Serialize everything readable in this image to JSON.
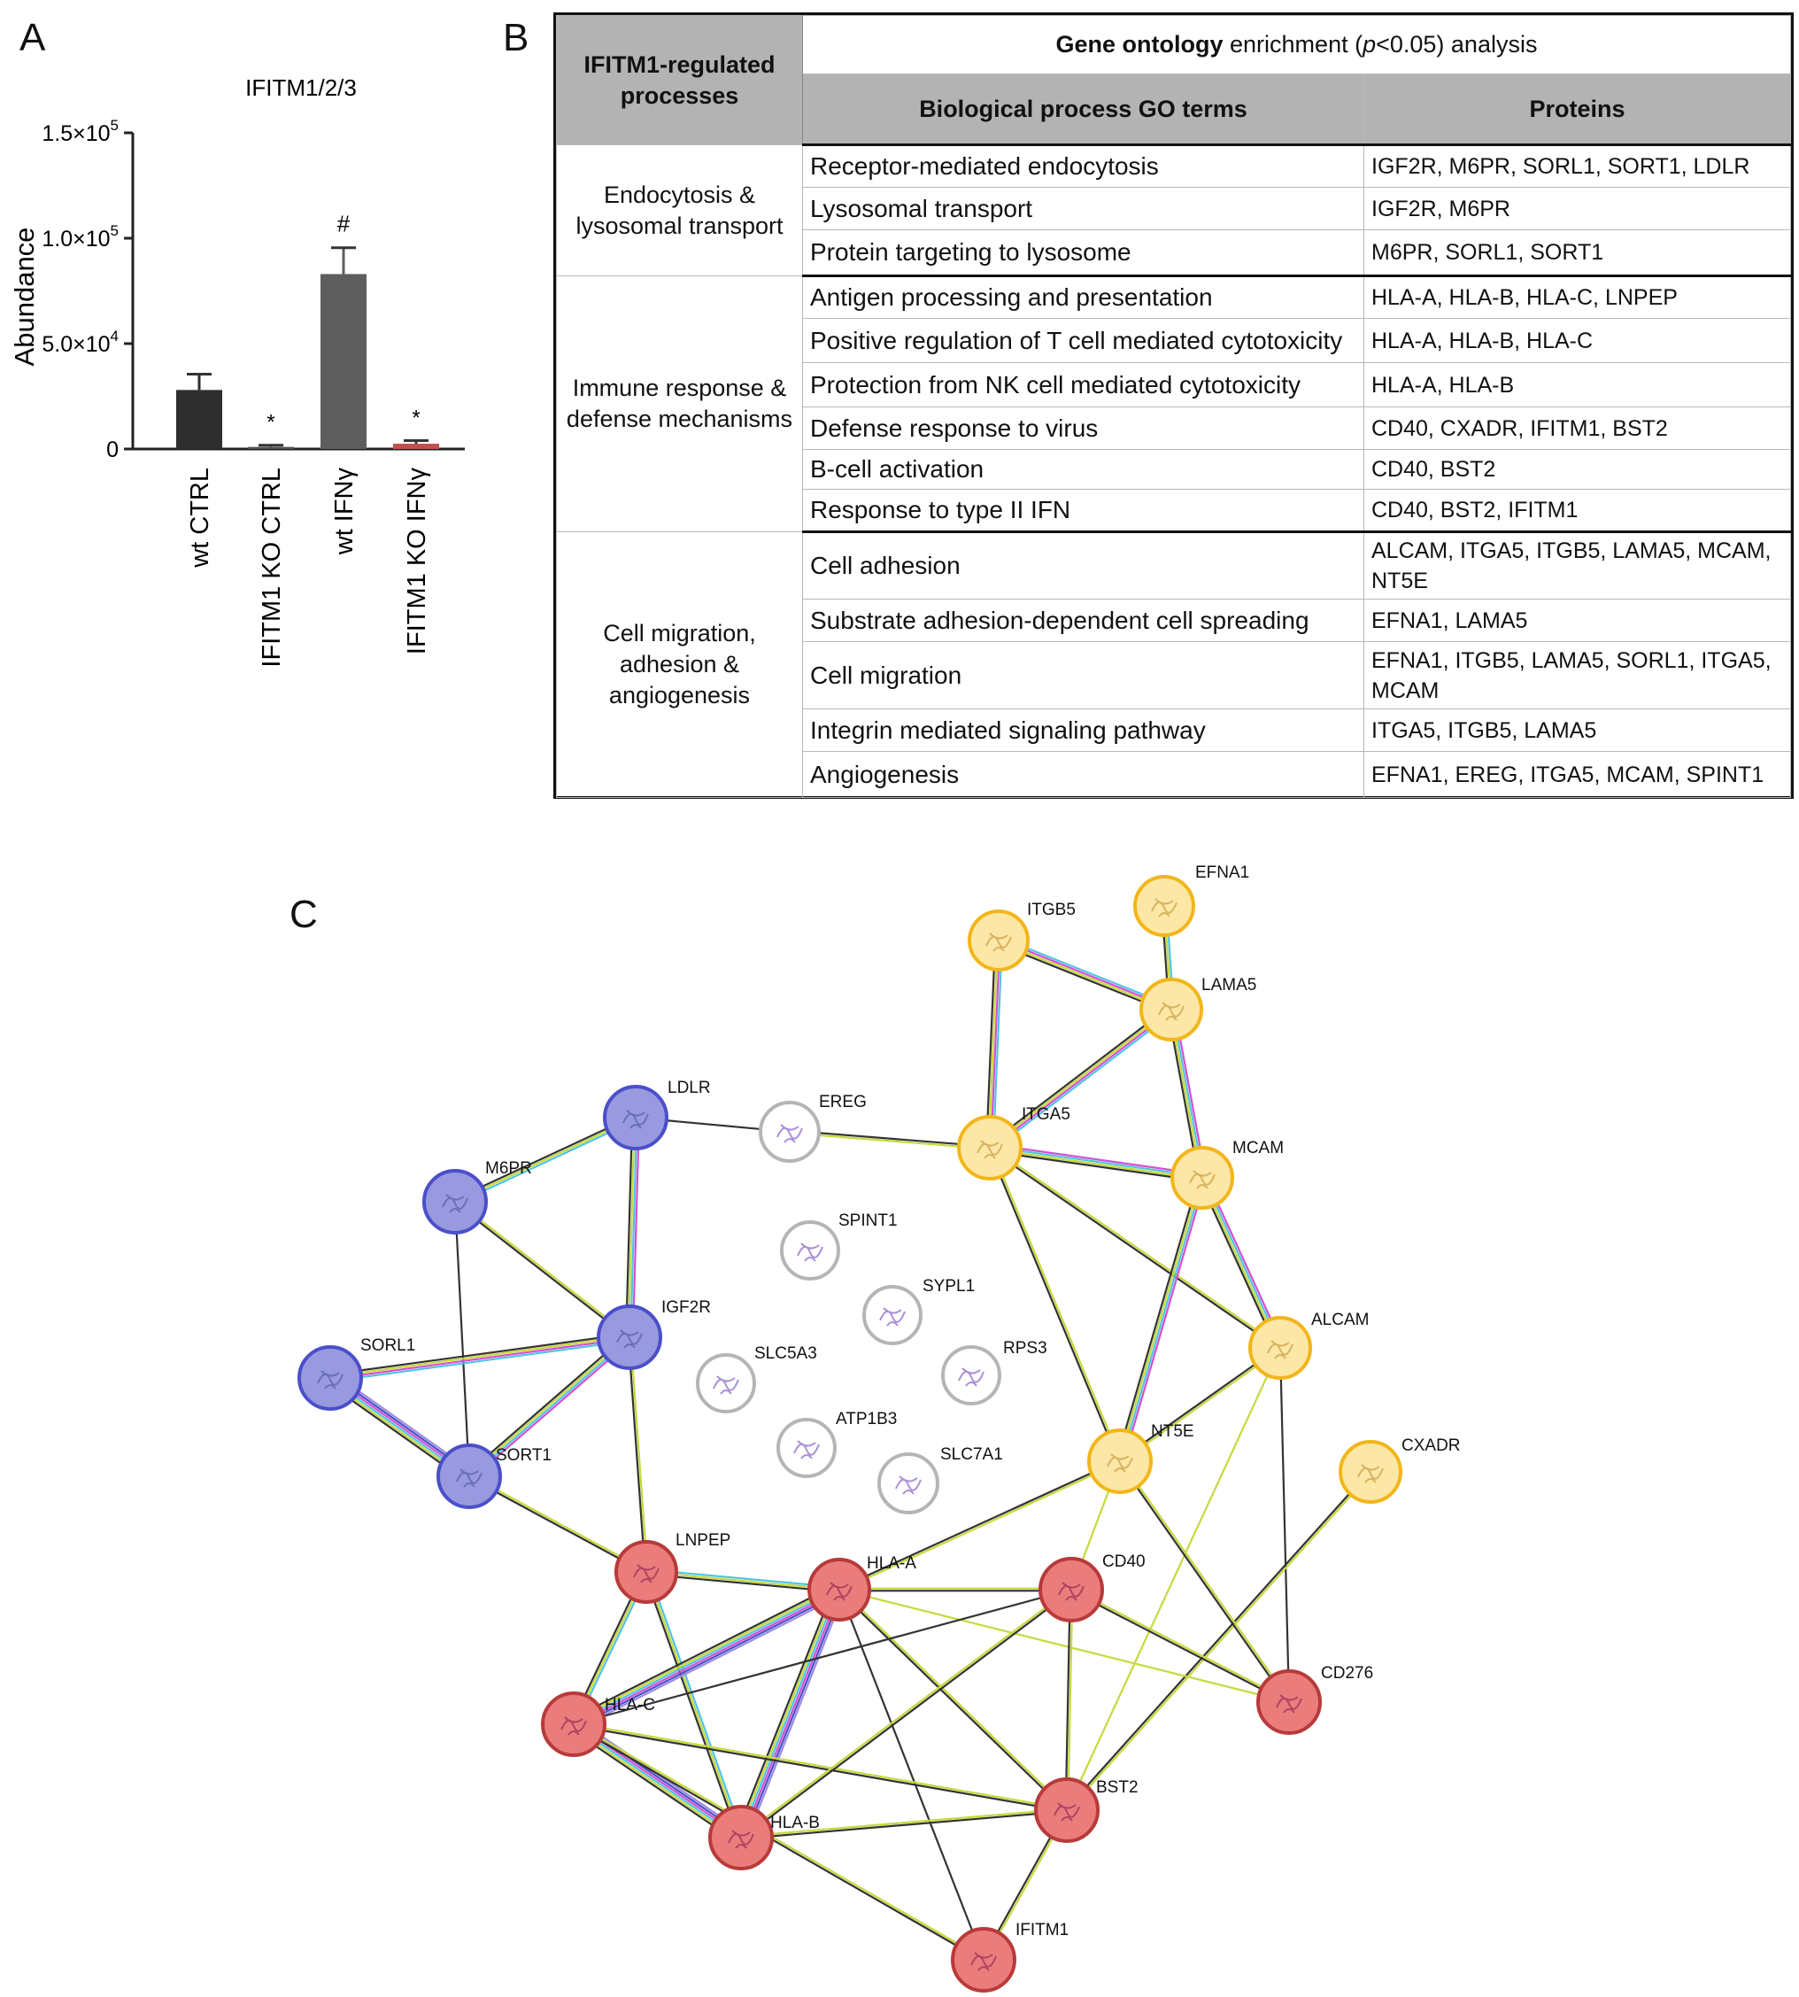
{
  "panels": {
    "a": "A",
    "b": "B",
    "c": "C"
  },
  "chart_data": {
    "type": "bar",
    "title": "IFITM1/2/3",
    "ylabel": "Abundance",
    "xlabel": "",
    "ylim": [
      0,
      150000
    ],
    "yticks": [
      {
        "value": 0,
        "label": "0"
      },
      {
        "value": 50000,
        "label": "5.0×10",
        "exp": "4"
      },
      {
        "value": 100000,
        "label": "1.0×10",
        "exp": "5"
      },
      {
        "value": 150000,
        "label": "1.5×10",
        "exp": "5"
      }
    ],
    "categories": [
      "wt CTRL",
      "IFITM1 KO CTRL",
      "wt IFNγ",
      "IFITM1 KO IFNγ"
    ],
    "values": [
      28000,
      1000,
      83000,
      2500
    ],
    "errors": [
      7500,
      800,
      12500,
      1500
    ],
    "annotations": [
      "",
      "*",
      "#",
      "*"
    ],
    "colors": [
      "#2e2e2e",
      "#555555",
      "#5e5e5e",
      "#c0504d"
    ]
  },
  "table": {
    "col1_header": "IFITM1-regulated processes",
    "top_header_bold": "Gene ontology",
    "top_header_rest_a": " enrichment (",
    "top_header_p": "p",
    "top_header_rest_b": "<0.05) analysis",
    "col2_header": "Biological process GO terms",
    "col3_header": "Proteins",
    "groups": [
      {
        "process": "Endocytosis & lysosomal transport",
        "rows": [
          {
            "term": "Receptor-mediated endocytosis",
            "proteins": "IGF2R, M6PR, SORL1, SORT1, LDLR"
          },
          {
            "term": "Lysosomal transport",
            "proteins": "IGF2R, M6PR"
          },
          {
            "term": "Protein targeting to lysosome",
            "proteins": "M6PR, SORL1, SORT1"
          }
        ]
      },
      {
        "process": "Immune response & defense mechanisms",
        "rows": [
          {
            "term": "Antigen processing and presentation",
            "proteins": "HLA-A, HLA-B, HLA-C, LNPEP"
          },
          {
            "term": "Positive regulation of T cell mediated cytotoxicity",
            "proteins": "HLA-A, HLA-B, HLA-C"
          },
          {
            "term": "Protection from NK cell mediated cytotoxicity",
            "proteins": "HLA-A, HLA-B"
          },
          {
            "term": "Defense response to virus",
            "proteins": "CD40, CXADR, IFITM1, BST2"
          },
          {
            "term": "B-cell activation",
            "proteins": "CD40, BST2"
          },
          {
            "term": "Response to type II IFN",
            "proteins": "CD40, BST2, IFITM1"
          }
        ]
      },
      {
        "process": "Cell migration, adhesion & angiogenesis",
        "rows": [
          {
            "term": "Cell adhesion",
            "proteins": "ALCAM, ITGA5, ITGB5, LAMA5, MCAM, NT5E"
          },
          {
            "term": "Substrate adhesion-dependent cell spreading",
            "proteins": "EFNA1, LAMA5"
          },
          {
            "term": "Cell migration",
            "proteins": "EFNA1, ITGB5, LAMA5, SORL1, ITGA5, MCAM"
          },
          {
            "term": "Integrin mediated signaling pathway",
            "proteins": "ITGA5, ITGB5, LAMA5"
          },
          {
            "term": "Angiogenesis",
            "proteins": "EFNA1, EREG, ITGA5, MCAM, SPINT1"
          }
        ]
      }
    ]
  },
  "network": {
    "colors": {
      "blue": "#9999e0",
      "blue_stroke": "#4a4fc9",
      "yellow": "#fde7a6",
      "yellow_stroke": "#f2b619",
      "red": "#ea7c7c",
      "red_stroke": "#b83a3a",
      "white": "#ffffff",
      "white_stroke": "#b5b5b5"
    },
    "nodes": [
      {
        "id": "EFNA1",
        "group": "yellow"
      },
      {
        "id": "ITGB5",
        "group": "yellow"
      },
      {
        "id": "LAMA5",
        "group": "yellow"
      },
      {
        "id": "ITGA5",
        "group": "yellow"
      },
      {
        "id": "MCAM",
        "group": "yellow"
      },
      {
        "id": "ALCAM",
        "group": "yellow"
      },
      {
        "id": "NT5E",
        "group": "yellow"
      },
      {
        "id": "CXADR",
        "group": "yellow"
      },
      {
        "id": "EREG",
        "group": "white"
      },
      {
        "id": "SPINT1",
        "group": "white"
      },
      {
        "id": "SYPL1",
        "group": "white"
      },
      {
        "id": "SLC5A3",
        "group": "white"
      },
      {
        "id": "RPS3",
        "group": "white"
      },
      {
        "id": "ATP1B3",
        "group": "white"
      },
      {
        "id": "SLC7A1",
        "group": "white"
      },
      {
        "id": "LDLR",
        "group": "blue"
      },
      {
        "id": "M6PR",
        "group": "blue"
      },
      {
        "id": "IGF2R",
        "group": "blue"
      },
      {
        "id": "SORL1",
        "group": "blue"
      },
      {
        "id": "SORT1",
        "group": "blue"
      },
      {
        "id": "LNPEP",
        "group": "red"
      },
      {
        "id": "HLA-A",
        "group": "red"
      },
      {
        "id": "CD40",
        "group": "red"
      },
      {
        "id": "HLA-C",
        "group": "red"
      },
      {
        "id": "CD276",
        "group": "red"
      },
      {
        "id": "BST2",
        "group": "red"
      },
      {
        "id": "HLA-B",
        "group": "red"
      },
      {
        "id": "IFITM1",
        "group": "red"
      }
    ],
    "edges": [
      {
        "s": "EFNA1",
        "t": "LAMA5",
        "kind": "multi2"
      },
      {
        "s": "ITGB5",
        "t": "LAMA5",
        "kind": "multi4"
      },
      {
        "s": "ITGB5",
        "t": "ITGA5",
        "kind": "multi4"
      },
      {
        "s": "LAMA5",
        "t": "ITGA5",
        "kind": "multi4"
      },
      {
        "s": "LAMA5",
        "t": "MCAM",
        "kind": "multi3"
      },
      {
        "s": "ITGA5",
        "t": "MCAM",
        "kind": "multi3"
      },
      {
        "s": "ITGA5",
        "t": "EREG",
        "kind": "simple"
      },
      {
        "s": "ITGA5",
        "t": "ALCAM",
        "kind": "simple"
      },
      {
        "s": "ITGA5",
        "t": "NT5E",
        "kind": "simple"
      },
      {
        "s": "MCAM",
        "t": "ALCAM",
        "kind": "multi3"
      },
      {
        "s": "MCAM",
        "t": "NT5E",
        "kind": "multi3"
      },
      {
        "s": "ALCAM",
        "t": "NT5E",
        "kind": "simple"
      },
      {
        "s": "ALCAM",
        "t": "CD276",
        "kind": "dark"
      },
      {
        "s": "ALCAM",
        "t": "BST2",
        "kind": "yellow"
      },
      {
        "s": "CXADR",
        "t": "BST2",
        "kind": "simple"
      },
      {
        "s": "NT5E",
        "t": "HLA-A",
        "kind": "simple"
      },
      {
        "s": "NT5E",
        "t": "CD40",
        "kind": "yellow"
      },
      {
        "s": "NT5E",
        "t": "CD276",
        "kind": "simple"
      },
      {
        "s": "EREG",
        "t": "LDLR",
        "kind": "dark"
      },
      {
        "s": "LDLR",
        "t": "M6PR",
        "kind": "multi2"
      },
      {
        "s": "LDLR",
        "t": "IGF2R",
        "kind": "multi3"
      },
      {
        "s": "M6PR",
        "t": "IGF2R",
        "kind": "simple"
      },
      {
        "s": "M6PR",
        "t": "SORT1",
        "kind": "dark"
      },
      {
        "s": "IGF2R",
        "t": "SORL1",
        "kind": "multi4"
      },
      {
        "s": "IGF2R",
        "t": "SORT1",
        "kind": "multi3"
      },
      {
        "s": "IGF2R",
        "t": "LNPEP",
        "kind": "simple"
      },
      {
        "s": "SORL1",
        "t": "SORT1",
        "kind": "multi5"
      },
      {
        "s": "SORT1",
        "t": "LNPEP",
        "kind": "simple"
      },
      {
        "s": "LNPEP",
        "t": "HLA-A",
        "kind": "multi2"
      },
      {
        "s": "LNPEP",
        "t": "HLA-C",
        "kind": "multi2"
      },
      {
        "s": "LNPEP",
        "t": "HLA-B",
        "kind": "multi2"
      },
      {
        "s": "HLA-A",
        "t": "HLA-C",
        "kind": "multi5"
      },
      {
        "s": "HLA-A",
        "t": "HLA-B",
        "kind": "multi5"
      },
      {
        "s": "HLA-A",
        "t": "CD40",
        "kind": "simple"
      },
      {
        "s": "HLA-A",
        "t": "BST2",
        "kind": "simple"
      },
      {
        "s": "HLA-A",
        "t": "IFITM1",
        "kind": "dark"
      },
      {
        "s": "HLA-A",
        "t": "CD276",
        "kind": "yellow"
      },
      {
        "s": "HLA-C",
        "t": "HLA-B",
        "kind": "multi5"
      },
      {
        "s": "HLA-C",
        "t": "CD40",
        "kind": "dark"
      },
      {
        "s": "HLA-C",
        "t": "BST2",
        "kind": "simple"
      },
      {
        "s": "HLA-C",
        "t": "IFITM1",
        "kind": "simple"
      },
      {
        "s": "HLA-B",
        "t": "CD40",
        "kind": "simple"
      },
      {
        "s": "HLA-B",
        "t": "BST2",
        "kind": "simple"
      },
      {
        "s": "CD40",
        "t": "BST2",
        "kind": "simple"
      },
      {
        "s": "CD40",
        "t": "CD276",
        "kind": "simple"
      },
      {
        "s": "BST2",
        "t": "IFITM1",
        "kind": "simple"
      }
    ]
  }
}
